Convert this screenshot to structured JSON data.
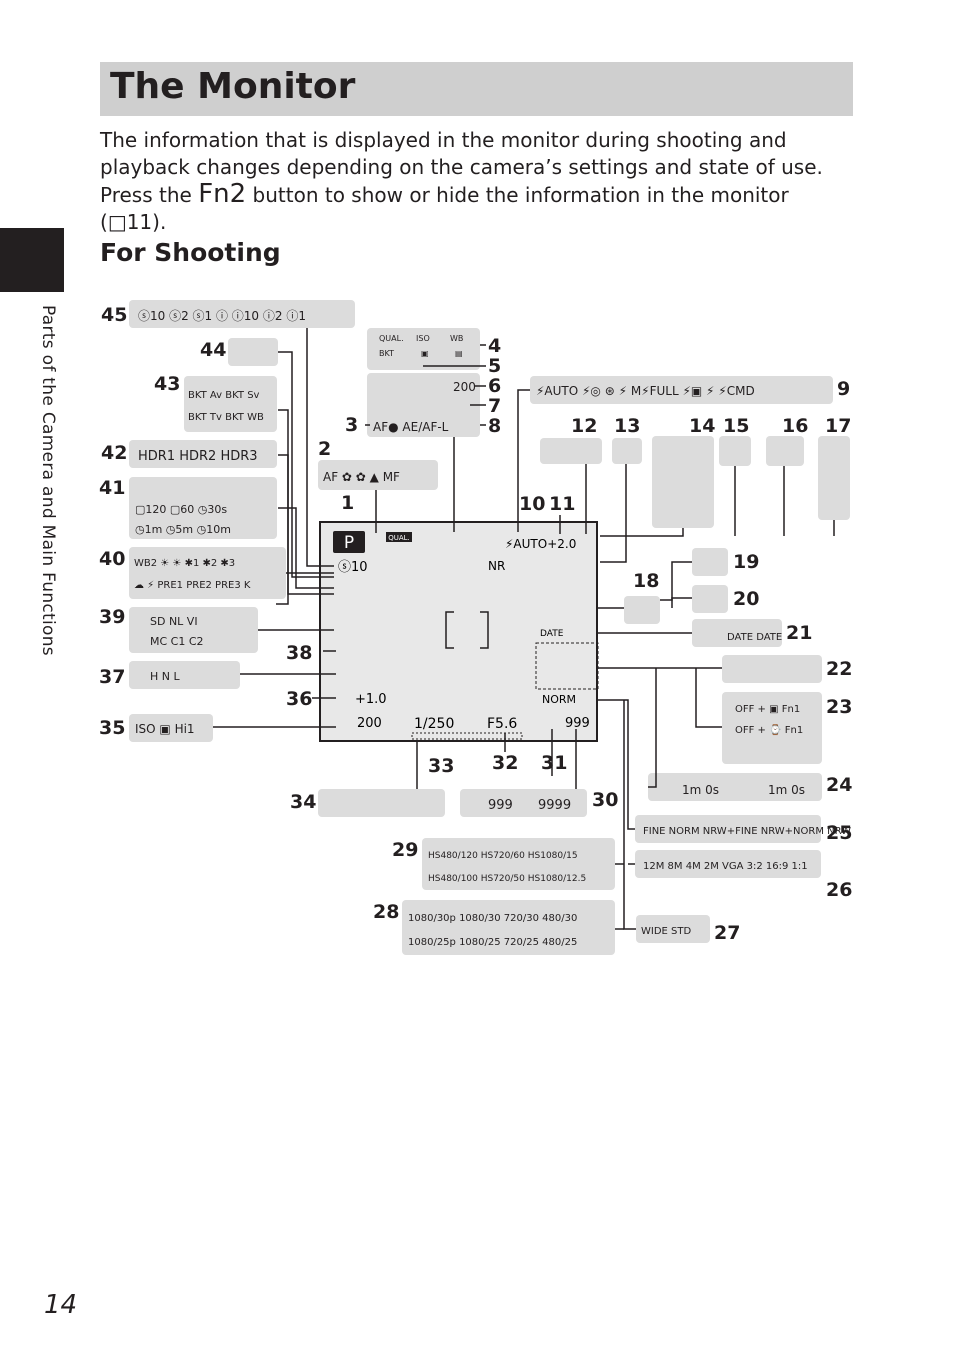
{
  "side_label": "Parts of the Camera and Main Functions",
  "title": "The Monitor",
  "intro": {
    "part1": "The information that is displayed in the monitor during shooting and playback changes depending on the camera’s settings and state of use. Press the ",
    "fn_label": "Fn2",
    "part2": " button to show or hide the information in the monitor (",
    "ref": "□11",
    "part3": ")."
  },
  "section_heading": "For Shooting",
  "page_number": "14",
  "callout_numbers": [
    "1",
    "2",
    "3",
    "4",
    "5",
    "6",
    "7",
    "8",
    "9",
    "10",
    "11",
    "12",
    "13",
    "14",
    "15",
    "16",
    "17",
    "18",
    "19",
    "20",
    "21",
    "22",
    "23",
    "24",
    "25",
    "26",
    "27",
    "28",
    "29",
    "30",
    "31",
    "32",
    "33",
    "34",
    "35",
    "36",
    "37",
    "38",
    "39",
    "40",
    "41",
    "42",
    "43",
    "44",
    "45"
  ],
  "monitor": {
    "mode": "P",
    "qual": "QUAL.",
    "self_timer": "ⓢ10",
    "flash": "⚡AUTO+2.0",
    "exposure_comp": "+1.0",
    "iso": "200",
    "shutter": "1/250",
    "aperture": "F5.6",
    "remaining": "999",
    "quality": "NORM",
    "date": "DATE",
    "nr": "NR"
  },
  "panels": {
    "p45": "ⓢ10 ⓢ2 ⓢ1 ⓘ ⓘ10 ⓘ2 ⓘ1",
    "p4_row1": [
      "QUAL.",
      "ISO",
      "WB"
    ],
    "p4_row2": [
      "BKT",
      "▣",
      "▤"
    ],
    "p8": "AF●   AE/AF-L",
    "p6": "200",
    "p9": "⚡AUTO ⚡◎ ⊛ ⚡ M⚡FULL ⚡▣ ⚡ ⚡CMD",
    "p2": "AF ✿ ✿ ▲ MF",
    "p42": "HDR1 HDR2 HDR3",
    "p43_row1": "BKT Av  BKT Sv",
    "p43_row2": "BKT Tv  BKT WB",
    "p41_row2": "▢120 ▢60 ◷30s",
    "p41_row3": "◷1m ◷5m ◷10m",
    "p40_row1": "WB2 ☀ ☀ ✱1 ✱2 ✱3",
    "p40_row2": "☁ ⚡ PRE1 PRE2 PRE3 K",
    "p39_row1": "SD NL VI",
    "p39_row2": "MC C1 C2",
    "p37": "H N L",
    "p35": "ISO ▣ Hi1",
    "p24_a": "1m 0s",
    "p24_b": "1m 0s",
    "p25": "FINE NORM NRW+FINE NRW+NORM NRW",
    "p26": "12M 8M 4M 2M VGA 3:2 16:9 1:1",
    "p27": "WIDE STD",
    "p30_a": "999",
    "p30_b": "9999",
    "p29_row1": "HS480/120  HS720/60  HS1080/15",
    "p29_row2": "HS480/100  HS720/50  HS1080/12.5",
    "p28_row1": "1080/30p 1080/30 720/30 480/30",
    "p28_row2": "1080/25p 1080/25 720/25 480/25",
    "p21": "DATE  DATE",
    "p23_row1": "OFF + ▣ Fn1",
    "p23_row2": "OFF + ⌚ Fn1"
  }
}
